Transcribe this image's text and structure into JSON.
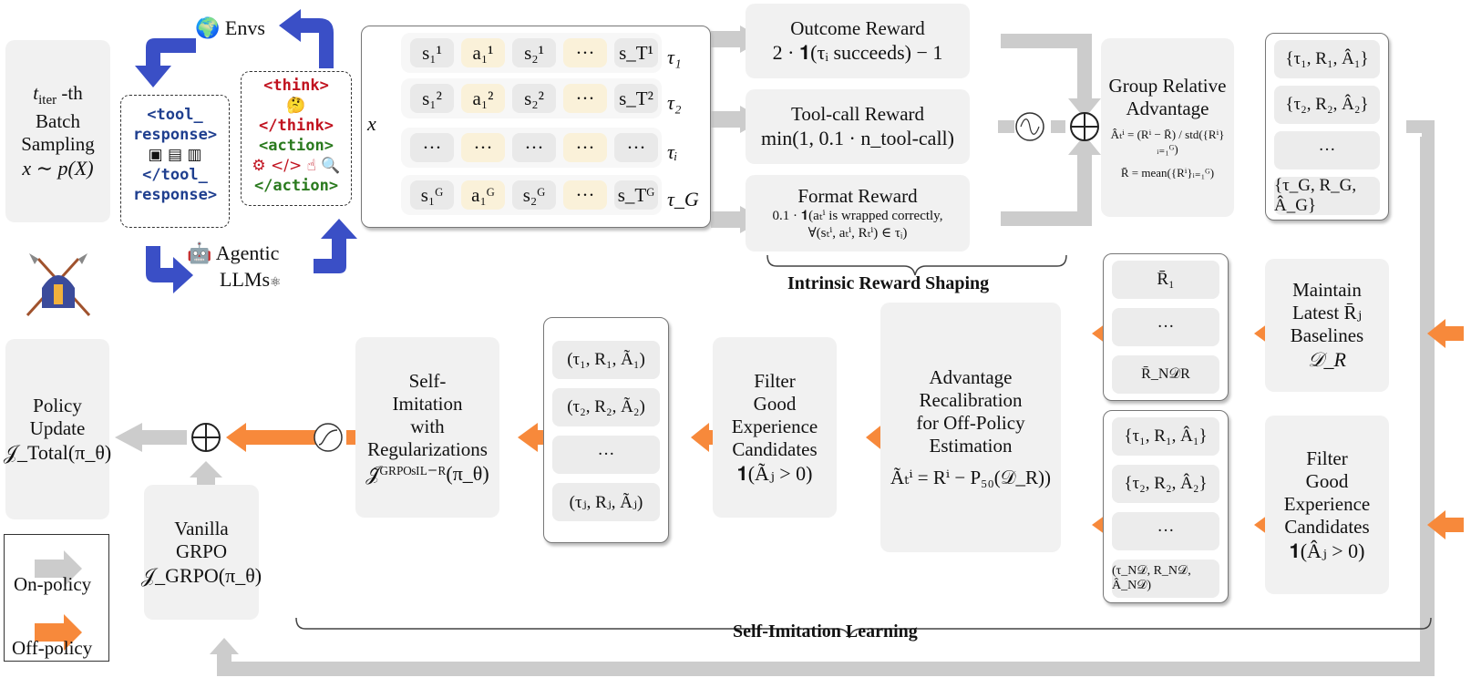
{
  "batch": {
    "line1": "t",
    "line1_sub": "iter",
    "line1_rest": " -th",
    "line2": "Batch",
    "line3": "Sampling",
    "line4": "x ∼ p(X)"
  },
  "envs": {
    "label": "Envs",
    "agent_line1": "Agentic",
    "agent_line2": "LLMs"
  },
  "tool_box": {
    "l1": "<tool_",
    "l2": "response>",
    "l3": "</tool_",
    "l4": "response>"
  },
  "think_box": {
    "l1": "<think>",
    "l2": "</think>",
    "l3": "<action>",
    "l4": "</action>"
  },
  "traj": {
    "x": "x",
    "rows": [
      [
        "s₁¹",
        "a₁¹",
        "s₂¹",
        "···",
        "s_T¹"
      ],
      [
        "s₁²",
        "a₁²",
        "s₂²",
        "···",
        "s_T²"
      ],
      [
        "···",
        "···",
        "···",
        "···",
        "···"
      ],
      [
        "s₁ᴳ",
        "a₁ᴳ",
        "s₂ᴳ",
        "···",
        "s_Tᴳ"
      ]
    ],
    "taus": [
      "τ₁",
      "τ₂",
      "τᵢ",
      "τ_G"
    ]
  },
  "rewards": {
    "outcome_title": "Outcome Reward",
    "outcome_formula": "2 · 𝟏(τᵢ succeeds) − 1",
    "tool_title": "Tool-call Reward",
    "tool_formula": "min(1, 0.1 · n_tool-call)",
    "format_title": "Format Reward",
    "format_f1": "0.1 · 𝟏(aₜⁱ is wrapped correctly,",
    "format_f2": "∀(sₜⁱ, aₜⁱ, Rₜⁱ) ∈ τᵢ)",
    "shaping_label": "Intrinsic Reward Shaping"
  },
  "gra": {
    "title1": "Group Relative",
    "title2": "Advantage",
    "f1": "Âₜⁱ = (Rⁱ − R̄) / std({Rⁱ}ᵢ₌₁ᴳ)",
    "f2": "R̄ = mean({Rⁱ}ᵢ₌₁ᴳ)"
  },
  "group_list": [
    "{τ₁, R₁, Â₁}",
    "{τ₂, R₂, Â₂}",
    "···",
    "{τ_G, R_G, Â_G}"
  ],
  "maintain": {
    "l1": "Maintain",
    "l2": "Latest R̄ⱼ",
    "l3": "Baselines",
    "l4": "𝒟_R"
  },
  "baselines": [
    "R̄₁",
    "···",
    "R̄_N𝒟R"
  ],
  "filter_right": {
    "l1": "Filter",
    "l2": "Good",
    "l3": "Experience",
    "l4": "Candidates",
    "l5": "𝟏(Âⱼ > 0)"
  },
  "buffer_list": [
    "{τ₁, R₁, Â₁}",
    "{τ₂, R₂, Â₂}",
    "···",
    "(τ_N𝒟, R_N𝒟, Â_N𝒟)"
  ],
  "recal": {
    "l1": "Advantage",
    "l2": "Recalibration",
    "l3": "for Off-Policy",
    "l4": "Estimation",
    "f": "Ãₜⁱ = Rⁱ − P₅₀(𝒟_R))"
  },
  "filter_mid": {
    "l1": "Filter",
    "l2": "Good",
    "l3": "Experience",
    "l4": "Candidates",
    "l5": "𝟏(Ãⱼ > 0)"
  },
  "recal_list": [
    "(τ₁, R₁, Ã₁)",
    "(τ₂, R₂, Ã₂)",
    "···",
    "(τⱼ, Rⱼ, Ãⱼ)"
  ],
  "sil": {
    "l1": "Self-",
    "l2": "Imitation",
    "l3": "with",
    "l4": "Regularizations",
    "f": "𝒥̃ᴳᴿᴾᴼˢᴵᴸ⁻ᴿ(π_θ)"
  },
  "policy": {
    "l1": "Policy",
    "l2": "Update",
    "f": "𝒥_Total(π_θ)"
  },
  "vanilla": {
    "l1": "Vanilla",
    "l2": "GRPO",
    "f": "𝒥_GRPO(π_θ)"
  },
  "legend": {
    "on": "On-policy",
    "off": "Off-policy"
  },
  "sil_label": "Self-Imitation Learning",
  "colors": {
    "gray_arrow": "#cccccc",
    "orange": "#f7893b",
    "blue": "#3a4fc6",
    "box": "#f1f1f1",
    "tag_red": "#c1121f",
    "tag_green": "#2a7a1e",
    "tag_blue": "#1f3f8f"
  }
}
